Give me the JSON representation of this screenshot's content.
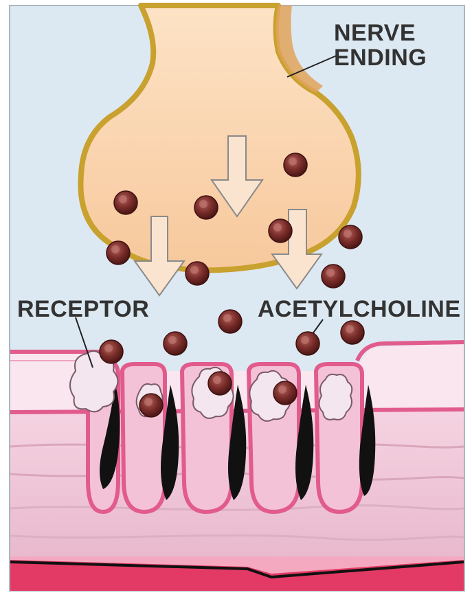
{
  "labels": {
    "nerve_line1": "NERVE",
    "nerve_line2": "ENDING",
    "receptor": "RECEPTOR",
    "acetylcholine": "ACETYLCHOLINE"
  },
  "colors": {
    "background": "#dde9f2",
    "nerve_fill": "#fcd9b8",
    "nerve_outline": "#c8a12f",
    "molecule": "#7a2d2a",
    "membrane_pink": "#e15b8c",
    "muscle_fill": "#f2c9da",
    "muscle_band": "#d85a8a",
    "bottom_band": "#e23a64"
  }
}
